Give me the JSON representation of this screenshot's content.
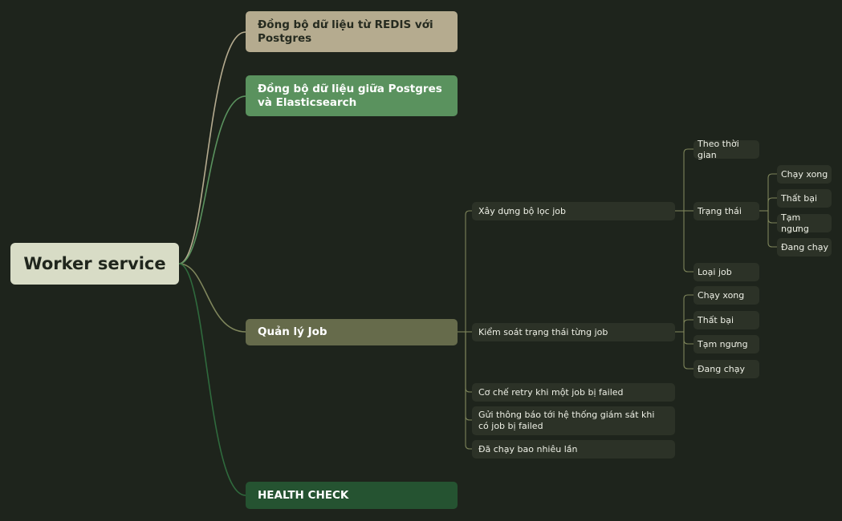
{
  "mindmap": {
    "root": "Worker service",
    "branches": {
      "redis_sync": "Đồng bộ dữ liệu từ REDIS với Postgres",
      "es_sync": "Đồng bộ dữ liệu giữa Postgres và Elasticsearch",
      "job_management": {
        "label": "Quản lý Job",
        "children": {
          "filter": {
            "label": "Xây dựng bộ lọc job",
            "children": {
              "by_time": "Theo thời gian",
              "status": {
                "label": "Trạng thái",
                "children": [
                  "Chạy xong",
                  "Thất bại",
                  "Tạm ngưng",
                  "Đang chạy"
                ]
              },
              "job_type": "Loại job"
            }
          },
          "status_control": {
            "label": "Kiểm soát trạng thái từng job",
            "children": [
              "Chạy xong",
              "Thất bại",
              "Tạm ngưng",
              "Đang chạy"
            ]
          },
          "retry": "Cơ chế retry khi một job bị failed",
          "notify": "Gửi thông báo tới hệ thống giám sát khi có job bị failed",
          "run_count": "Đã chạy bao nhiêu lần"
        }
      },
      "health_check": "HEALTH CHECK"
    },
    "colors": {
      "background": "#1e241c",
      "root": "#d8dcc6",
      "redis_sync": "#b5ab8f",
      "es_sync": "#5a925e",
      "job_management": "#666b4b",
      "health_check": "#255331",
      "leaf": "#2c3227"
    }
  }
}
